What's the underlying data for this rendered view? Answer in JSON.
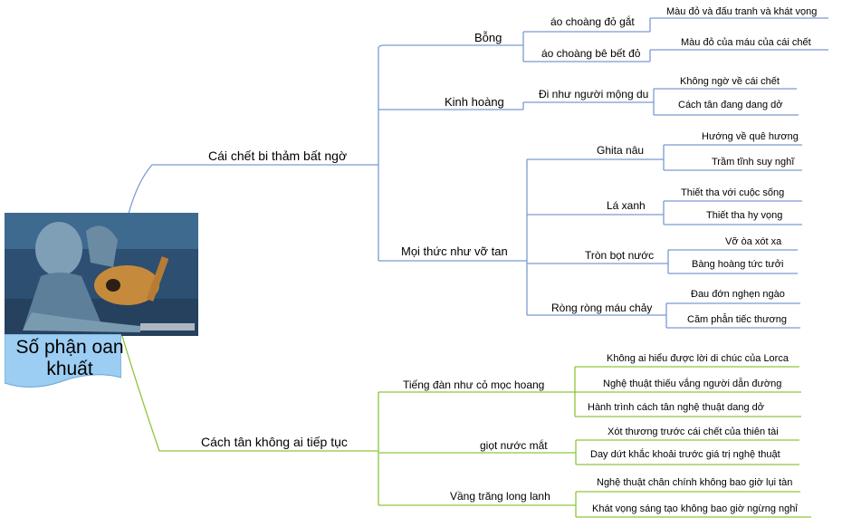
{
  "colors": {
    "top_branch": "#7b9bd1",
    "bottom_branch": "#8dc63f",
    "root_fill": "#9ccdf2"
  },
  "root": {
    "title": "Số phận oan khuất",
    "image": "painting-old-guitarist"
  },
  "branches": [
    {
      "label": "Cái chết bi thảm bất ngờ",
      "children": [
        {
          "label": "Bỗng",
          "children": [
            {
              "label": "áo choàng đỏ gắt",
              "children": [
                {
                  "label": "Màu đỏ và đấu tranh và khát vọng"
                }
              ]
            },
            {
              "label": "áo choàng bê bết đỏ",
              "children": [
                {
                  "label": "Màu đỏ của máu của cái chết"
                }
              ]
            }
          ]
        },
        {
          "label": "Kinh hoàng",
          "children": [
            {
              "label": "Đi như người mộng du",
              "children": [
                {
                  "label": "Không ngờ về cái chết"
                },
                {
                  "label": "Cách tân đang dang dở"
                }
              ]
            }
          ]
        },
        {
          "label": "Mọi thức như vỡ tan",
          "children": [
            {
              "label": "Ghita nâu",
              "children": [
                {
                  "label": "Hướng về quê hương"
                },
                {
                  "label": "Trầm tĩnh suy nghĩ"
                }
              ]
            },
            {
              "label": "Lá xanh",
              "children": [
                {
                  "label": "Thiết tha với cuộc sống"
                },
                {
                  "label": "Thiết tha hy vọng"
                }
              ]
            },
            {
              "label": "Tròn bọt nước",
              "children": [
                {
                  "label": "Vỡ òa xót xa"
                },
                {
                  "label": "Bàng hoàng tức tưởi"
                }
              ]
            },
            {
              "label": "Ròng ròng máu chảy",
              "children": [
                {
                  "label": "Đau đớn nghẹn ngào"
                },
                {
                  "label": "Căm phẫn tiếc thương"
                }
              ]
            }
          ]
        }
      ]
    },
    {
      "label": "Cách tân không ai tiếp tục",
      "children": [
        {
          "label": "Tiếng đàn như cỏ mọc hoang",
          "children": [
            {
              "label": "Không ai hiểu được lời di chúc của Lorca"
            },
            {
              "label": "Nghệ thuật thiếu vắng người dẫn đường"
            },
            {
              "label": "Hành trình cách tân nghệ thuật dang dở"
            }
          ]
        },
        {
          "label": "giọt nước mắt",
          "children": [
            {
              "label": "Xót thương trước cái chết của thiên tài"
            },
            {
              "label": "Day dứt khắc khoải trước giá trị nghệ thuật"
            }
          ]
        },
        {
          "label": "Vầng trăng long lanh",
          "children": [
            {
              "label": "Nghệ thuật chân chính không bao giờ lụi tàn"
            },
            {
              "label": "Khát vọng sáng tạo không bao giờ ngừng nghỉ"
            }
          ]
        }
      ]
    }
  ]
}
